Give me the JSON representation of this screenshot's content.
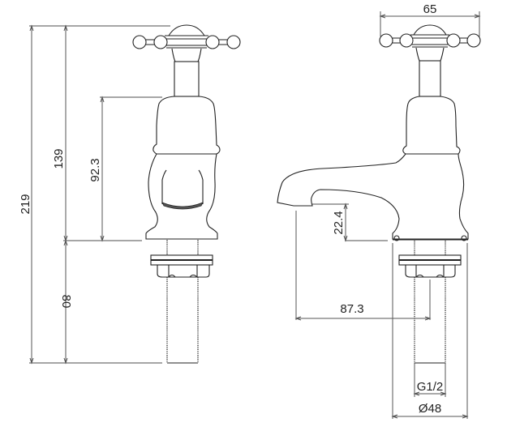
{
  "drawing": {
    "title": "Basin tap technical drawing (side and front elevations)",
    "units": "mm",
    "line_color": "#222222",
    "background": "#ffffff"
  },
  "views": {
    "left": {
      "name": "side-elevation",
      "dimensions": {
        "overall_height": "219",
        "height_above_deck": "139",
        "body_height": "92.3",
        "shank_length": "80"
      }
    },
    "right": {
      "name": "front-elevation-with-spout",
      "dimensions": {
        "handle_width": "65",
        "spout_clearance": "22.4",
        "spout_reach": "87.3",
        "thread_size": "G1/2",
        "base_diameter": "Ø48"
      }
    }
  }
}
